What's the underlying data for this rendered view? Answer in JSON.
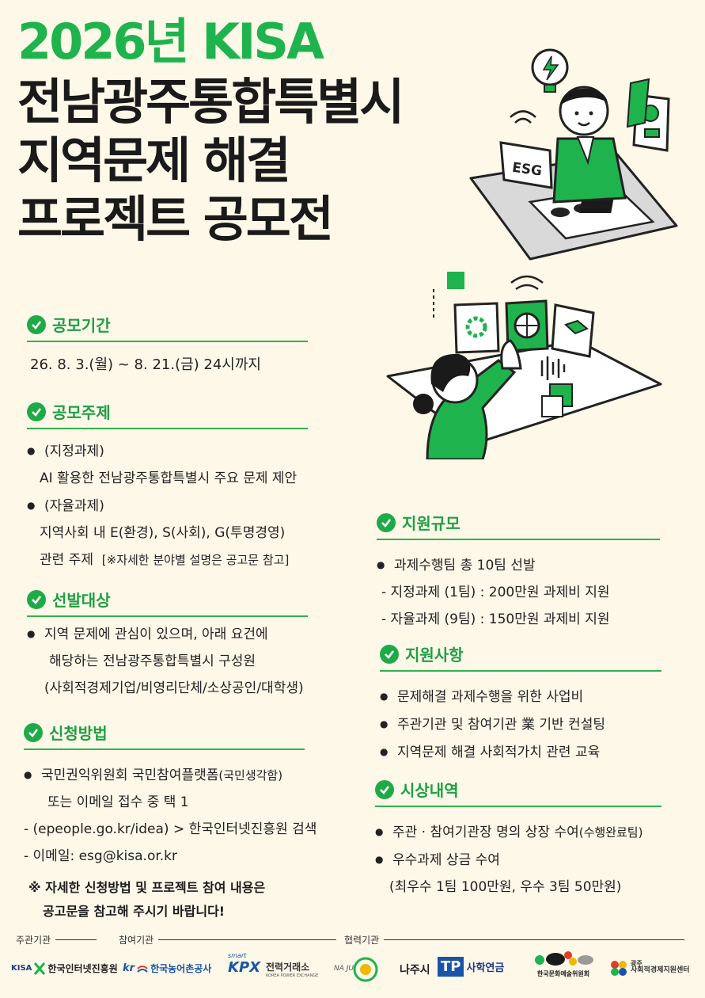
{
  "title": {
    "line1": "2026년 KISA",
    "line2": "전남광주통합특별시",
    "line3": "지역문제 해결",
    "line4": "프로젝트 공모전"
  },
  "illustration": {
    "esg_label": "ESG"
  },
  "period": {
    "heading": "공모기간",
    "text": "26. 8. 3.(월) ~ 8. 21.(금) 24시까지"
  },
  "topic": {
    "heading": "공모주제",
    "l1": "(지정과제)",
    "l2": "AI 활용한 전남광주통합특별시 주요 문제 제안",
    "l3": "(자율과제)",
    "l4": "지역사회 내 E(환경), S(사회), G(투명경영)",
    "l5a": "관련 주제",
    "l5b": "[※자세한 분야별 설명은 공고문 참고]"
  },
  "eligibility": {
    "heading": "선발대상",
    "l1": "지역 문제에 관심이 있으며, 아래 요건에",
    "l2": "해당하는 전남광주통합특별시 구성원",
    "l3": "(사회적경제기업/비영리단체/소상공인/대학생)"
  },
  "method": {
    "heading": "신청방법",
    "l1a": "국민권익위원회 국민참여플랫폼",
    "l1b": "(국민생각함)",
    "l2": "또는 이메일 접수 중 택 1",
    "l3": "- (epeople.go.kr/idea) > 한국인터넷진흥원 검색",
    "l4": "- 이메일: esg@kisa.or.kr",
    "note1": "※ 자세한 신청방법 및 프로젝트 참여 내용은",
    "note2": "공고문을 참고해 주시기 바랍니다!"
  },
  "scale": {
    "heading": "지원규모",
    "l1": "과제수행팀 총 10팀 선발",
    "l2": "- 지정과제 (1팀) : 200만원 과제비 지원",
    "l3": "- 자율과제 (9팀) : 150만원 과제비 지원"
  },
  "support": {
    "heading": "지원사항",
    "l1": "문제해결 과제수행을 위한 사업비",
    "l2": "주관기관 및 참여기관 業 기반 컨설팅",
    "l3": "지역문제 해결 사회적가치 관련 교육"
  },
  "awards": {
    "heading": "시상내역",
    "l1a": "주관 · 참여기관장 명의 상장 수여",
    "l1b": "(수행완료팀)",
    "l2": "우수과제 상금  수여",
    "l3": "(최우수 1팀 100만원, 우수 3팀 50만원)"
  },
  "footer": {
    "host_label": "주관기관",
    "participant_label": "참여기관",
    "partner_label": "협력기관",
    "logos": {
      "kisa_mark": "KISA",
      "kisa": "한국인터넷진흥원",
      "krc_mark": "kr",
      "krc": "한국농어촌공사",
      "kpx_smart": "smart",
      "kpx_mark": "KPX",
      "kpx": "전력거래소",
      "kpx_en": "KOREA POWER EXCHANGE",
      "naju_mark": "NA  JU",
      "naju": "나주시",
      "tp_mark": "TP",
      "tp": "사학연금",
      "arko": "한국문화예술위원회",
      "gj_mark": "광주",
      "gj": "사회적경제지원센터"
    }
  }
}
